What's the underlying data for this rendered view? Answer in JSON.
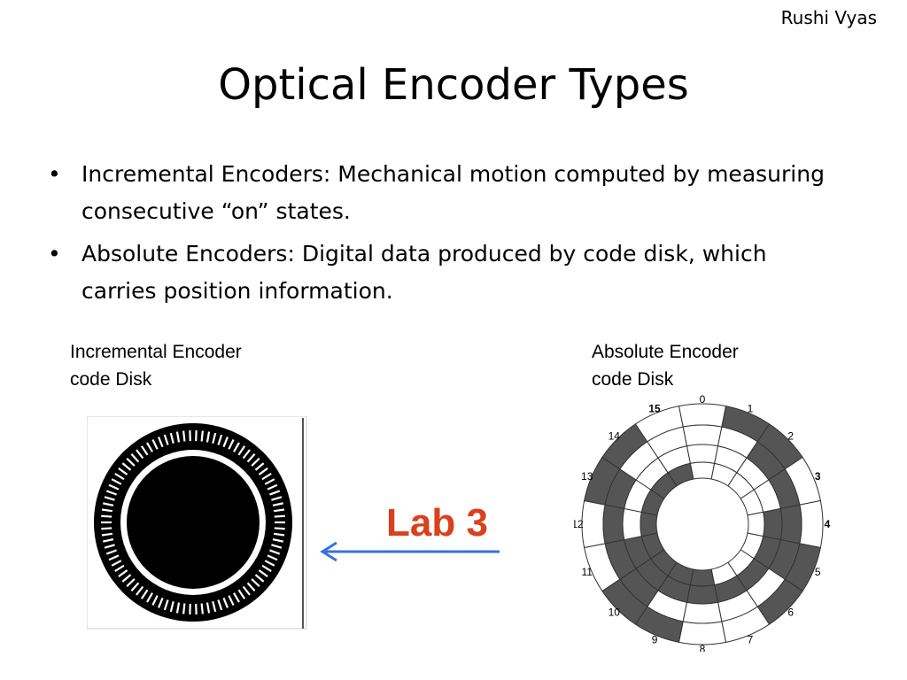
{
  "slide": {
    "author": "Rushi Vyas",
    "title": "Optical Encoder Types",
    "bullets": [
      {
        "marker": "•",
        "text": "Incremental Encoders: Mechanical motion computed by measuring consecutive “on” states."
      },
      {
        "marker": "•",
        "text": "Absolute Encoders: Digital data produced by code disk, which carries position information."
      }
    ]
  },
  "figures": {
    "incremental": {
      "caption_line1": "Incremental Encoder",
      "caption_line2": "code Disk"
    },
    "absolute": {
      "caption_line1": "Absolute Encoder",
      "caption_line2": "code Disk",
      "sector_labels": [
        "0",
        "1",
        "2",
        "3",
        "4",
        "5",
        "6",
        "7",
        "8",
        "9",
        "10",
        "11",
        "12",
        "13",
        "14",
        "15"
      ],
      "bold_labels": [
        "3",
        "4",
        "15"
      ]
    },
    "annotation": {
      "label": "Lab 3",
      "color": "#d9401c",
      "arrow_color": "#3a6fe0"
    }
  }
}
